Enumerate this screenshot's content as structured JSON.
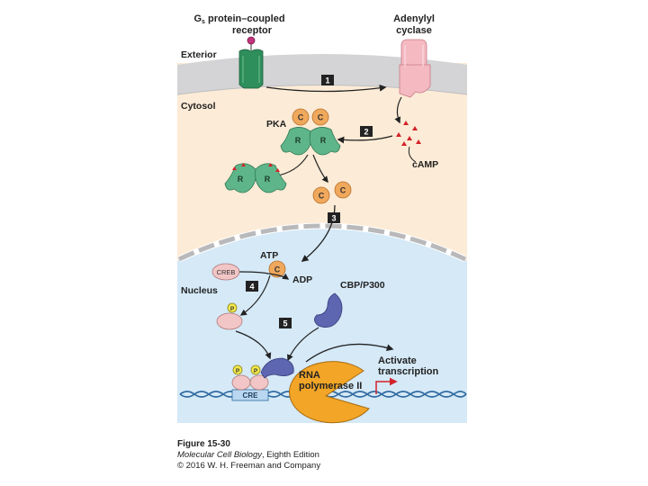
{
  "figure": {
    "labels": {
      "gs_receptor_line1_prefix": "G",
      "gs_receptor_line1_sub": "s",
      "gs_receptor_line1_rest": " protein–coupled",
      "gs_receptor_line2": "receptor",
      "adenylyl_line1": "Adenylyl",
      "adenylyl_line2": "cyclase",
      "exterior": "Exterior",
      "cytosol": "Cytosol",
      "pka": "PKA",
      "camp": "cAMP",
      "atp": "ATP",
      "adp": "ADP",
      "creb": "CREB",
      "nucleus": "Nucleus",
      "cbp": "CBP/P300",
      "activate_line1": "Activate",
      "activate_line2": "transcription",
      "rna_line1": "RNA",
      "rna_line2": "polymerase II",
      "cre": "CRE",
      "c": "C",
      "r": "R",
      "p": "P"
    },
    "steps": [
      "1",
      "2",
      "3",
      "4",
      "5"
    ],
    "colors": {
      "exterior_band": "#d4d4d6",
      "cytosol": "#fcebd6",
      "nucleus": "#d5e9f7",
      "catalytic": "#f0a85c",
      "regulatory": "#5fb58a",
      "receptor": "#2f8f5c",
      "adenylyl": "#f4b9c1",
      "camp": "#d2232a",
      "cbp": "#5d66b0",
      "rna_pol": "#f2a527",
      "phosphate": "#f3e84a",
      "creb": "#f2c6c6"
    }
  },
  "caption": {
    "figure_label": "Figure 15-30",
    "book": "Molecular Cell Biology",
    "edition": ", Eighth Edition",
    "copyright": "© 2016 W. H. Freeman and Company"
  }
}
